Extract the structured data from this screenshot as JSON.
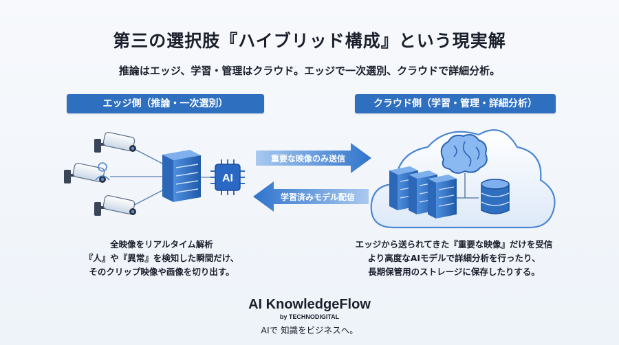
{
  "title": "第三の選択肢『ハイブリッド構成』という現実解",
  "subtitle": "推論はエッジ、学習・管理はクラウド。エッジで一次選別、クラウドで詳細分析。",
  "edge": {
    "header": "エッジ側（推論・一次選別）",
    "chip_label": "AI",
    "desc_lines": [
      "全映像をリアルタイム解析",
      "『人』や『異常』を検知した瞬間だけ、",
      "そのクリップ映像や画像を切り出す。"
    ]
  },
  "cloud": {
    "header": "クラウド側（学習・管理・詳細分析）",
    "desc_lines": [
      "エッジから送られてきた『重要な映像』だけを受信",
      "より高度なAIモデルで詳細分析を行ったり、",
      "長期保管用のストレージに保存したりする。"
    ]
  },
  "arrows": {
    "to_cloud": "重要な映像のみ送信",
    "to_edge": "学習済みモデル配信"
  },
  "brand": {
    "name": "AI KnowledgeFlow",
    "by": "by TECHNODIGITAL",
    "tagline": "AIで 知識をビジネスへ。"
  },
  "colors": {
    "primary": "#2f6fc0",
    "arrow": "#3b7fd0",
    "cloud_fill": "#e8f0fb"
  },
  "icons": [
    "camera-icon",
    "person-icon",
    "server-icon",
    "ai-chip-icon",
    "cloud-icon",
    "brain-icon",
    "database-icon"
  ]
}
